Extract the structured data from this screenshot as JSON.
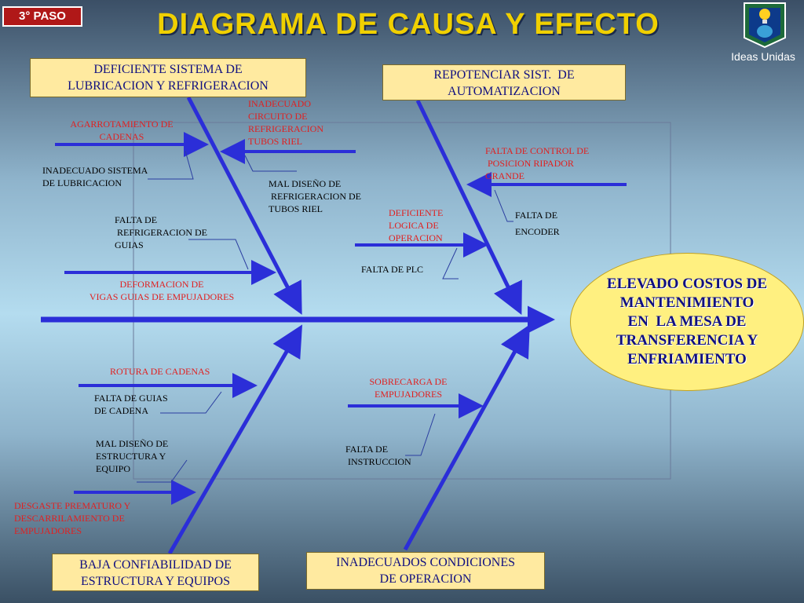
{
  "step_label": "3° PASO",
  "title": "DIAGRAMA DE CAUSA Y EFECTO",
  "logo_text": "Ideas Unidas",
  "effect": "ELEVADO COSTOS DE\nMANTENIMIENTO\nEN  LA MESA DE\nTRANSFERENCIA Y\nENFRIAMIENTO",
  "categories": {
    "lubrication": "DEFICIENTE SISTEMA DE\nLUBRICACION Y REFRIGERACION",
    "automation": "REPOTENCIAR SIST.  DE\nAUTOMATIZACION",
    "structure": "BAJA CONFIABILIDAD DE\nESTRUCTURA Y EQUIPOS",
    "conditions": "INADECUADOS CONDICIONES\nDE OPERACION"
  },
  "causes": {
    "agarrotamiento": "AGARROTAMIENTO DE\nCADENAS",
    "inadecuado_sistema": "INADECUADO SISTEMA\nDE LUBRICACION",
    "inadecuado_circuito": "INADECUADO\nCIRCUITO DE\nREFRIGERACION\nTUBOS RIEL",
    "mal_diseno_tubos": "MAL DISEÑO DE\n REFRIGERACION DE\nTUBOS RIEL",
    "falta_refrigeracion": "FALTA DE\n REFRIGERACION DE\nGUIAS",
    "deformacion": "DEFORMACION DE\nVIGAS GUIAS DE EMPUJADORES",
    "falta_control": "FALTA DE CONTROL DE\n POSICION RIPADOR\nGRANDE",
    "falta_encoder": "FALTA DE\nENCODER",
    "deficiente_logica": "DEFICIENTE\nLOGICA DE\nOPERACION",
    "falta_plc": "FALTA DE PLC",
    "rotura": "ROTURA DE CADENAS",
    "falta_guias": "FALTA DE GUIAS\nDE CADENA",
    "mal_diseno_estructura": "MAL DISEÑO DE\nESTRUCTURA Y\nEQUIPO",
    "desgaste": "DESGASTE PREMATURO Y\nDESCARRILAMIENTO DE\nEMPUJADORES",
    "sobrecarga": "SOBRECARGA DE\nEMPUJADORES",
    "falta_instruccion": "FALTA DE\n INSTRUCCION"
  },
  "colors": {
    "arrow": "#2b2ed8",
    "title": "#f0d000",
    "cause_red": "#e02020",
    "box_fill": "#ffeaa0",
    "effect_fill": "#fff080"
  }
}
